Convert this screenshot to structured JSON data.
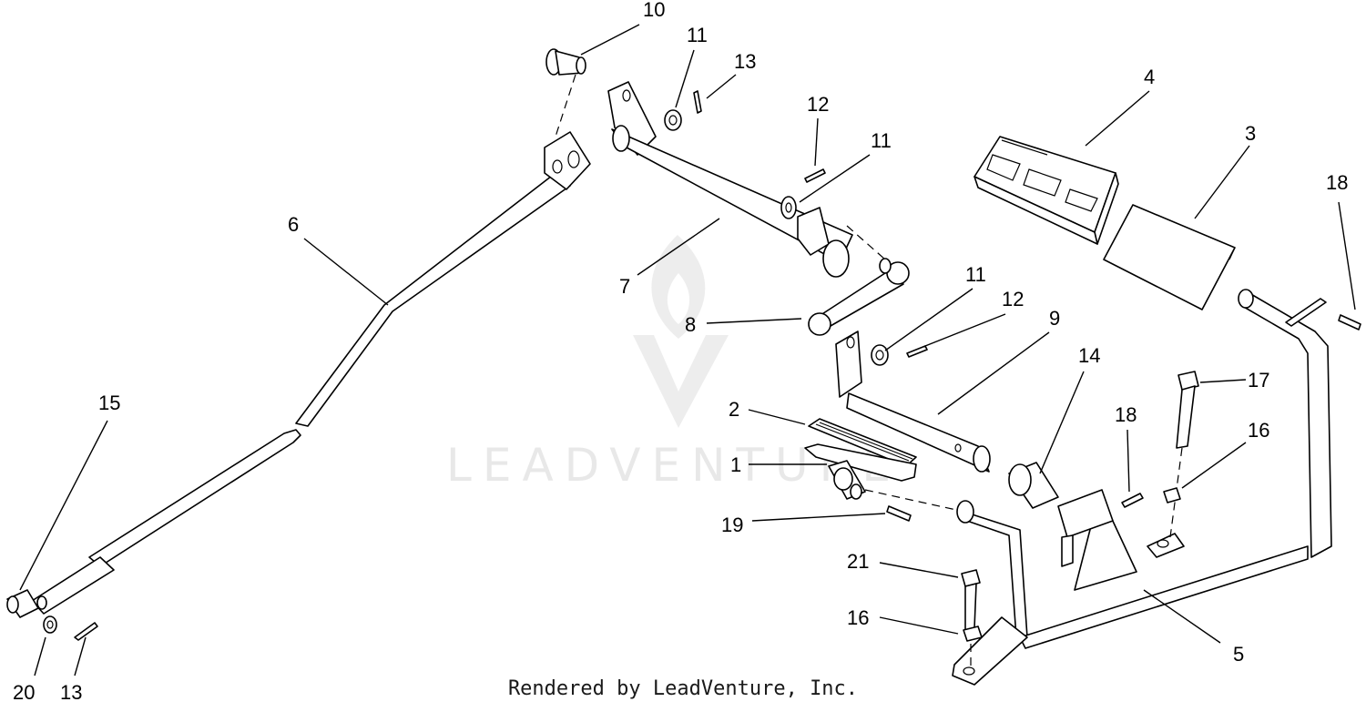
{
  "watermark": {
    "text": "LEADVENTURE"
  },
  "footer": {
    "text": "Rendered by LeadVenture, Inc."
  },
  "callouts": [
    {
      "id": "c10",
      "label": "10"
    },
    {
      "id": "c11a",
      "label": "11"
    },
    {
      "id": "c13a",
      "label": "13"
    },
    {
      "id": "c12a",
      "label": "12"
    },
    {
      "id": "c11b",
      "label": "11"
    },
    {
      "id": "c4",
      "label": "4"
    },
    {
      "id": "c3",
      "label": "3"
    },
    {
      "id": "c18a",
      "label": "18"
    },
    {
      "id": "c6",
      "label": "6"
    },
    {
      "id": "c7",
      "label": "7"
    },
    {
      "id": "c11c",
      "label": "11"
    },
    {
      "id": "c12b",
      "label": "12"
    },
    {
      "id": "c9",
      "label": "9"
    },
    {
      "id": "c8",
      "label": "8"
    },
    {
      "id": "c14",
      "label": "14"
    },
    {
      "id": "c17",
      "label": "17"
    },
    {
      "id": "c15",
      "label": "15"
    },
    {
      "id": "c2",
      "label": "2"
    },
    {
      "id": "c18b",
      "label": "18"
    },
    {
      "id": "c16a",
      "label": "16"
    },
    {
      "id": "c1",
      "label": "1"
    },
    {
      "id": "c19",
      "label": "19"
    },
    {
      "id": "c21",
      "label": "21"
    },
    {
      "id": "c16b",
      "label": "16"
    },
    {
      "id": "c5",
      "label": "5"
    },
    {
      "id": "c20",
      "label": "20"
    },
    {
      "id": "c13b",
      "label": "13"
    }
  ]
}
